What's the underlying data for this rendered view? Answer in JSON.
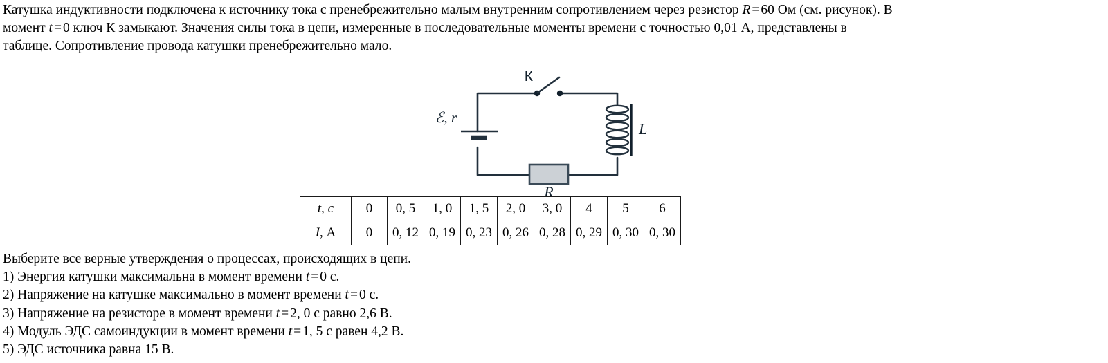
{
  "problem": {
    "line1_a": "Катушка индуктивности подключена к источнику тока с пренебрежительно малым внутренним сопротивлением через резистор ",
    "line1_r_sym": "R",
    "line1_eq": "=",
    "line1_r_val": "60",
    "line1_b": " Ом (см. рисунок). В",
    "line2_a": "момент ",
    "line2_t_sym": "t",
    "line2_eq": "=",
    "line2_t_val": "0",
    "line2_b": " ключ К замыкают. Значения силы тока в цепи, измеренные в последовательные моменты времени с точностью 0,01 А, представлены в",
    "line3": "таблице. Сопротивление провода катушки пренебрежительно мало."
  },
  "circuit": {
    "source_label": "ℰ, r",
    "switch_label": "К",
    "inductor_label": "L",
    "resistor_label": "R",
    "line_color": "#22303c",
    "resistor_fill": "#ccd1d6"
  },
  "table": {
    "rows": [
      {
        "header": "t, c",
        "header_sym": "t",
        "header_unit": "c",
        "values": [
          "0",
          "0, 5",
          "1, 0",
          "1, 5",
          "2, 0",
          "3, 0",
          "4",
          "5",
          "6"
        ]
      },
      {
        "header": "I, A",
        "header_sym": "I",
        "header_unit": "A",
        "values": [
          "0",
          "0, 12",
          "0, 19",
          "0, 23",
          "0, 26",
          "0, 28",
          "0, 29",
          "0, 30",
          "0, 30"
        ]
      }
    ]
  },
  "question": {
    "prompt": "Выберите все верные утверждения о процессах, происходящих в цепи.",
    "options": [
      {
        "num": "1)",
        "text_a": " Энергия катушки максимальна в момент времени ",
        "sym": "t",
        "eq": "=",
        "val": "0",
        "text_b": " с."
      },
      {
        "num": "2)",
        "text_a": " Напряжение на катушке максимально в момент времени ",
        "sym": "t",
        "eq": "=",
        "val": "0",
        "text_b": " с."
      },
      {
        "num": "3)",
        "text_a": " Напряжение на резисторе в момент времени ",
        "sym": "t",
        "eq": "=",
        "val": "2, 0",
        "text_b": " с равно 2,6 В."
      },
      {
        "num": "4)",
        "text_a": " Модуль ЭДС самоиндукции в момент времени ",
        "sym": "t",
        "eq": "=",
        "val": "1, 5",
        "text_b": " с равен 4,2 В."
      },
      {
        "num": "5)",
        "text_a": " ЭДС источника равна 15 В.",
        "sym": "",
        "eq": "",
        "val": "",
        "text_b": ""
      }
    ]
  }
}
